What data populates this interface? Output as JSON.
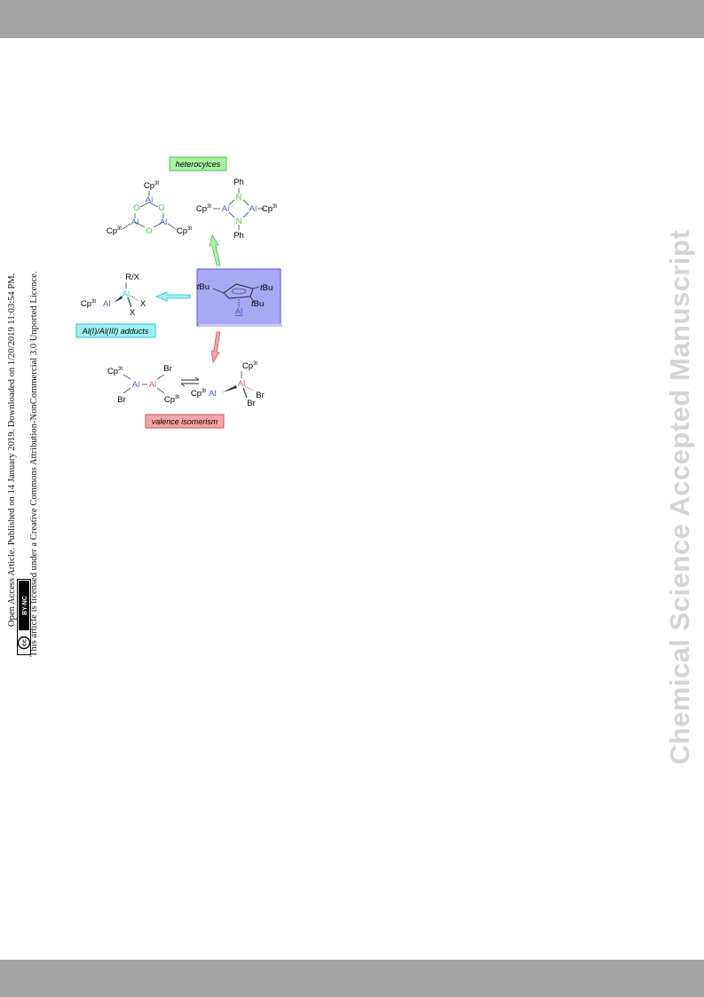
{
  "side_notice": {
    "line1": "Open Access Article. Published on 14 January 2019. Downloaded on 1/20/2019 11:03:54 PM.",
    "line2": "This article is licensed under a Creative Commons Attribution-NonCommercial 3.0 Unported Licence.",
    "badge_cc": "cc",
    "badge_text": "BY-NC"
  },
  "watermark": "Chemical Science Accepted Manuscript",
  "scheme": {
    "labels": {
      "heterocycles": "heterocylces",
      "adducts": "Al(I)/Al(III) adducts",
      "isomerism": "valence isomerism"
    },
    "atoms": {
      "al": "Al",
      "o": "O",
      "n": "N",
      "ph": "Ph",
      "cp": "Cp",
      "cp_sup": "3t",
      "rx": "R/X",
      "x": "X",
      "br": "Br",
      "tbu_t": "t",
      "tbu_rest": "Bu"
    },
    "colors": {
      "al_blue": "#4b5fd6",
      "al_cyan": "#2bd3e0",
      "al_red": "#ea5a4a",
      "o_green": "#3fc94f",
      "n_green": "#3fc94f",
      "green_box": "#a9f2a4",
      "cyan_box": "#9ef2f6",
      "red_box": "#f7a5a5",
      "center_box": "#a9a8f5"
    }
  }
}
